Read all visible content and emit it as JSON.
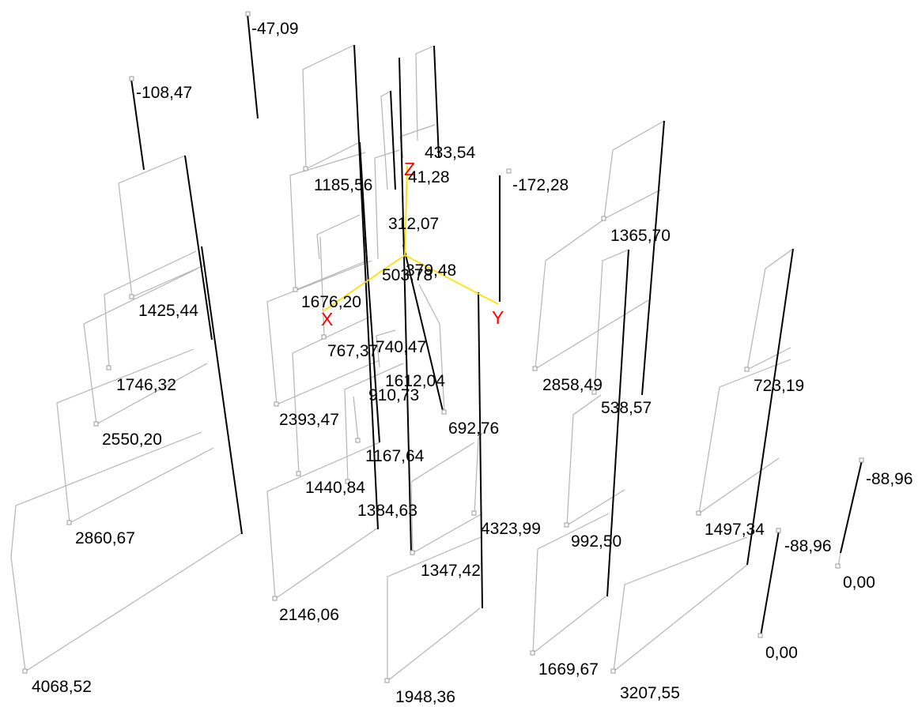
{
  "axes": {
    "x_label": "X",
    "y_label": "Y",
    "z_label": "Z",
    "axis_color": "#ffe000",
    "label_color": "#ff0000"
  },
  "node_values": [
    "-47,09",
    "-108,47",
    "433,54",
    "1185,56",
    "41,28",
    "-172,28",
    "312,07",
    "1365,70",
    "503,78",
    "379,48",
    "1676,20",
    "1425,44",
    "767,37",
    "740,47",
    "1746,32",
    "1612,04",
    "910,73",
    "2858,49",
    "723,19",
    "538,57",
    "2393,47",
    "692,76",
    "2550,20",
    "1167,64",
    "-88,96",
    "1440,84",
    "1384,63",
    "2860,67",
    "4323,99",
    "992,50",
    "1497,34",
    "-88,96",
    "0,00",
    "1347,42",
    "2146,06",
    "0,00",
    "1669,67",
    "4068,52",
    "3207,55",
    "1948,36"
  ]
}
